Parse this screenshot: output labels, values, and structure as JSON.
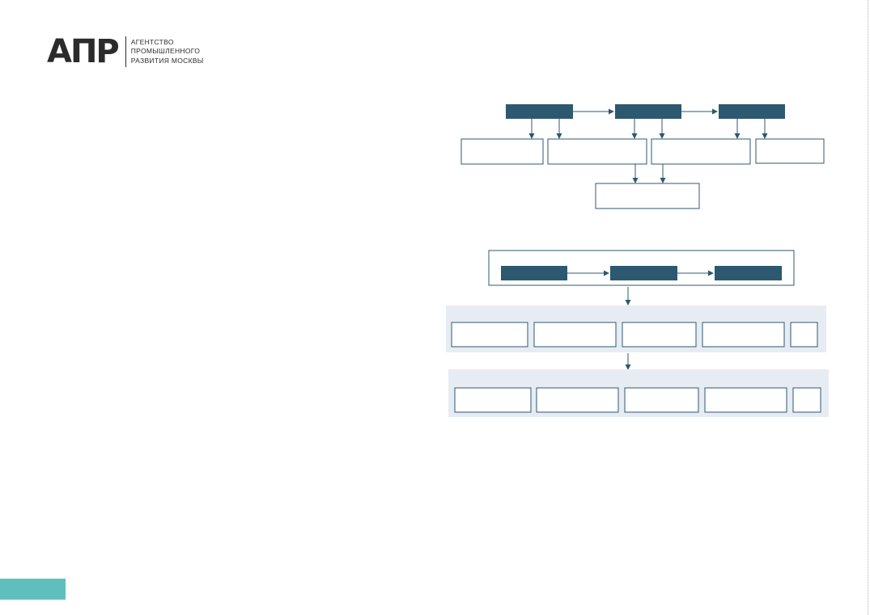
{
  "logo": {
    "mark": "АПР",
    "lines": [
      "АГЕНТСТВО",
      "ПРОМЫШЛЕННОГО",
      "РАЗВИТИЯ МОСКВЫ"
    ]
  },
  "colors": {
    "dark_box": "#2c5870",
    "outline": "#2c5870",
    "band": "#e7ecf3",
    "accent": "#5fbfbe"
  }
}
